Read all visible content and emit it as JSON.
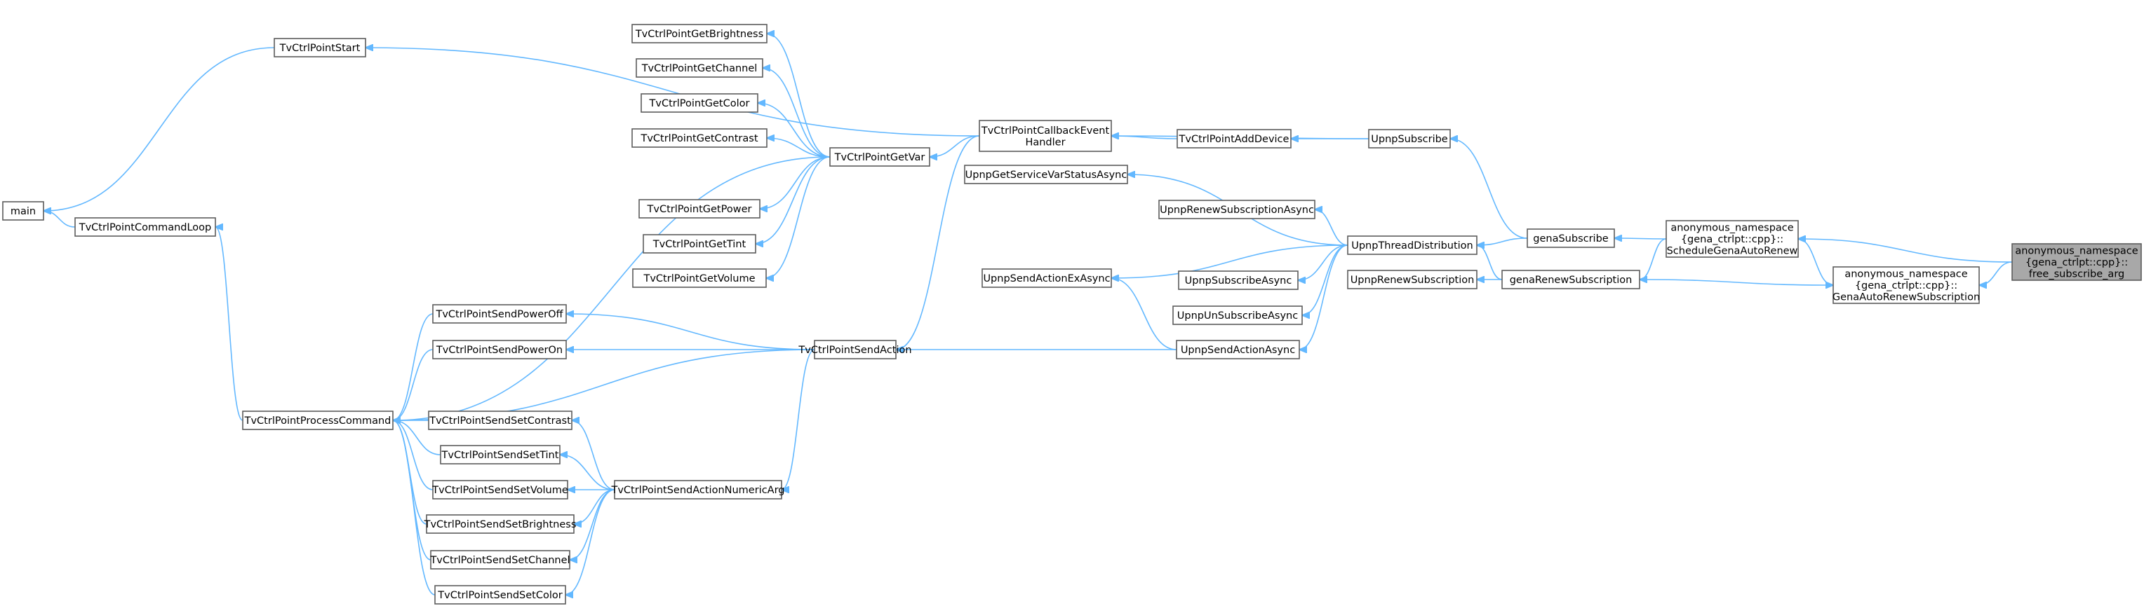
{
  "graph": {
    "edge_color": "#63b8ff",
    "node_border_color": "#5c5c5c",
    "root_fill_color": "#a8a8a8",
    "nodes": [
      {
        "id": "main",
        "lines": [
          "main"
        ]
      },
      {
        "id": "start",
        "lines": [
          "TvCtrlPointStart"
        ]
      },
      {
        "id": "cmdloop",
        "lines": [
          "TvCtrlPointCommandLoop"
        ]
      },
      {
        "id": "getbright",
        "lines": [
          "TvCtrlPointGetBrightness"
        ]
      },
      {
        "id": "getchannel",
        "lines": [
          "TvCtrlPointGetChannel"
        ]
      },
      {
        "id": "getcolor",
        "lines": [
          "TvCtrlPointGetColor"
        ]
      },
      {
        "id": "getcontrast",
        "lines": [
          "TvCtrlPointGetContrast"
        ]
      },
      {
        "id": "getvar",
        "lines": [
          "TvCtrlPointGetVar"
        ]
      },
      {
        "id": "getpower",
        "lines": [
          "TvCtrlPointGetPower"
        ]
      },
      {
        "id": "gettint",
        "lines": [
          "TvCtrlPointGetTint"
        ]
      },
      {
        "id": "getvolume",
        "lines": [
          "TvCtrlPointGetVolume"
        ]
      },
      {
        "id": "callback",
        "lines": [
          "TvCtrlPointCallbackEvent",
          "Handler"
        ]
      },
      {
        "id": "getsvar",
        "lines": [
          "UpnpGetServiceVarStatusAsync"
        ]
      },
      {
        "id": "adddevice",
        "lines": [
          "TvCtrlPointAddDevice"
        ]
      },
      {
        "id": "upnpsub",
        "lines": [
          "UpnpSubscribe"
        ]
      },
      {
        "id": "renewasync",
        "lines": [
          "UpnpRenewSubscriptionAsync"
        ]
      },
      {
        "id": "threaddist",
        "lines": [
          "UpnpThreadDistribution"
        ]
      },
      {
        "id": "sendactex",
        "lines": [
          "UpnpSendActionExAsync"
        ]
      },
      {
        "id": "subasync",
        "lines": [
          "UpnpSubscribeAsync"
        ]
      },
      {
        "id": "renewsub",
        "lines": [
          "UpnpRenewSubscription"
        ]
      },
      {
        "id": "unsubasync",
        "lines": [
          "UpnpUnSubscribeAsync"
        ]
      },
      {
        "id": "sendactasync",
        "lines": [
          "UpnpSendActionAsync"
        ]
      },
      {
        "id": "genasub",
        "lines": [
          "genaSubscribe"
        ]
      },
      {
        "id": "genarenew",
        "lines": [
          "genaRenewSubscription"
        ]
      },
      {
        "id": "schedule",
        "lines": [
          "anonymous_namespace",
          "{gena_ctrlpt::cpp}::",
          "ScheduleGenaAutoRenew"
        ]
      },
      {
        "id": "autorenew",
        "lines": [
          "anonymous_namespace",
          "{gena_ctrlpt::cpp}::",
          "GenaAutoRenewSubscription"
        ]
      },
      {
        "id": "root",
        "lines": [
          "anonymous_namespace",
          "{gena_ctrlpt::cpp}::",
          "free_subscribe_arg"
        ],
        "root": true
      },
      {
        "id": "poweroff",
        "lines": [
          "TvCtrlPointSendPowerOff"
        ]
      },
      {
        "id": "poweron",
        "lines": [
          "TvCtrlPointSendPowerOn"
        ]
      },
      {
        "id": "sendaction",
        "lines": [
          "TvCtrlPointSendAction"
        ]
      },
      {
        "id": "process",
        "lines": [
          "TvCtrlPointProcessCommand"
        ]
      },
      {
        "id": "setcontrast",
        "lines": [
          "TvCtrlPointSendSetContrast"
        ]
      },
      {
        "id": "settint",
        "lines": [
          "TvCtrlPointSendSetTint"
        ]
      },
      {
        "id": "setvolume",
        "lines": [
          "TvCtrlPointSendSetVolume"
        ]
      },
      {
        "id": "numarg",
        "lines": [
          "TvCtrlPointSendActionNumericArg"
        ]
      },
      {
        "id": "setbright",
        "lines": [
          "TvCtrlPointSendSetBrightness"
        ]
      },
      {
        "id": "setchannel",
        "lines": [
          "TvCtrlPointSendSetChannel"
        ]
      },
      {
        "id": "setcolor",
        "lines": [
          "TvCtrlPointSendSetColor"
        ]
      }
    ],
    "edges": [
      [
        "schedule",
        "root"
      ],
      [
        "autorenew",
        "root"
      ],
      [
        "genasub",
        "schedule"
      ],
      [
        "genarenew",
        "schedule"
      ],
      [
        "schedule",
        "autorenew"
      ],
      [
        "autorenew",
        "genarenew"
      ],
      [
        "upnpsub",
        "genasub"
      ],
      [
        "threaddist",
        "genasub"
      ],
      [
        "renewsub",
        "genarenew"
      ],
      [
        "threaddist",
        "genarenew"
      ],
      [
        "adddevice",
        "upnpsub"
      ],
      [
        "callback",
        "upnpsub"
      ],
      [
        "callback",
        "adddevice"
      ],
      [
        "start",
        "callback"
      ],
      [
        "getvar",
        "callback"
      ],
      [
        "sendaction",
        "callback"
      ],
      [
        "getsvar",
        "threaddist"
      ],
      [
        "renewasync",
        "threaddist"
      ],
      [
        "sendactex",
        "threaddist"
      ],
      [
        "subasync",
        "threaddist"
      ],
      [
        "unsubasync",
        "threaddist"
      ],
      [
        "sendactasync",
        "threaddist"
      ],
      [
        "sendactex",
        "sendactasync"
      ],
      [
        "sendaction",
        "sendactasync"
      ],
      [
        "getbright",
        "getvar"
      ],
      [
        "getchannel",
        "getvar"
      ],
      [
        "getcolor",
        "getvar"
      ],
      [
        "getcontrast",
        "getvar"
      ],
      [
        "getpower",
        "getvar"
      ],
      [
        "gettint",
        "getvar"
      ],
      [
        "getvolume",
        "getvar"
      ],
      [
        "process",
        "getvar"
      ],
      [
        "main",
        "start"
      ],
      [
        "main",
        "cmdloop"
      ],
      [
        "cmdloop",
        "process"
      ],
      [
        "poweroff",
        "sendaction"
      ],
      [
        "poweron",
        "sendaction"
      ],
      [
        "process",
        "sendaction"
      ],
      [
        "numarg",
        "sendaction"
      ],
      [
        "process",
        "poweroff"
      ],
      [
        "process",
        "poweron"
      ],
      [
        "process",
        "setcontrast"
      ],
      [
        "process",
        "settint"
      ],
      [
        "process",
        "setvolume"
      ],
      [
        "process",
        "setbright"
      ],
      [
        "process",
        "setchannel"
      ],
      [
        "process",
        "setcolor"
      ],
      [
        "setcontrast",
        "numarg"
      ],
      [
        "settint",
        "numarg"
      ],
      [
        "setvolume",
        "numarg"
      ],
      [
        "setbright",
        "numarg"
      ],
      [
        "setchannel",
        "numarg"
      ],
      [
        "setcolor",
        "numarg"
      ]
    ]
  }
}
